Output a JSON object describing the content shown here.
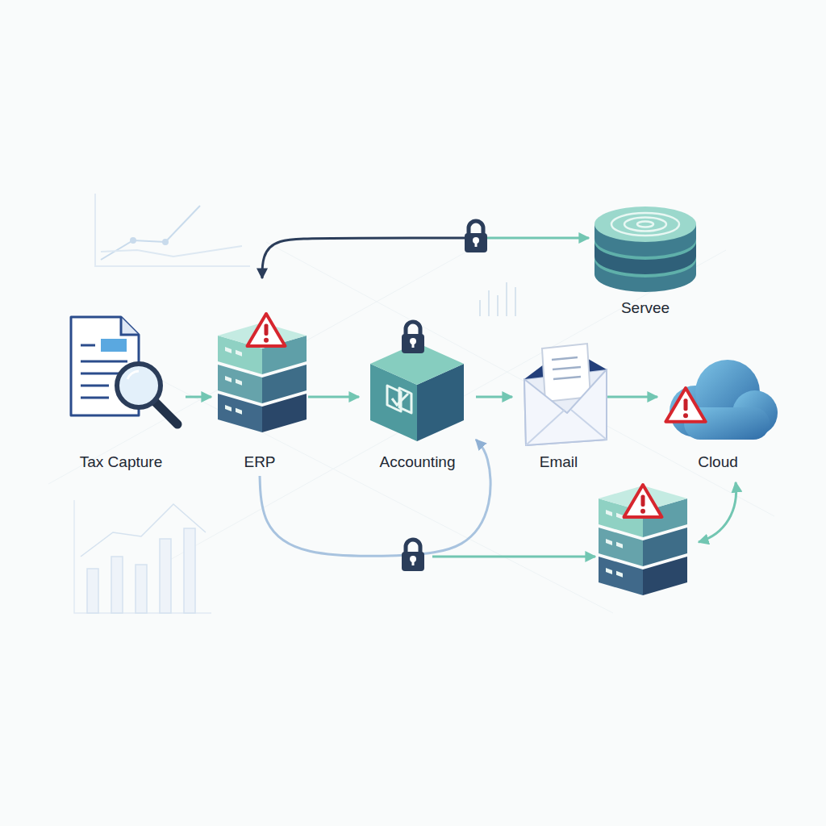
{
  "diagram": {
    "nodes": [
      {
        "text": [
          "Tax Capture"
        ]
      },
      {
        "text": [
          "ERP"
        ]
      },
      {
        "text": [
          "Accounting"
        ]
      },
      {
        "text": [
          "Email"
        ]
      },
      {
        "text": [
          "Cloud"
        ]
      },
      {
        "text": [
          "Servee"
        ]
      }
    ],
    "edges": [
      {
        "from": 0,
        "to": 1,
        "arrow": "to"
      },
      {
        "from": 1,
        "to": 2,
        "arrow": "to"
      },
      {
        "from": 2,
        "to": 3,
        "arrow": "to"
      },
      {
        "from": 3,
        "to": 4,
        "arrow": "to"
      },
      {
        "from": 1,
        "to": 5,
        "arrow": "both"
      },
      {
        "from": 1,
        "to": 2,
        "arrow": "to"
      }
    ]
  }
}
